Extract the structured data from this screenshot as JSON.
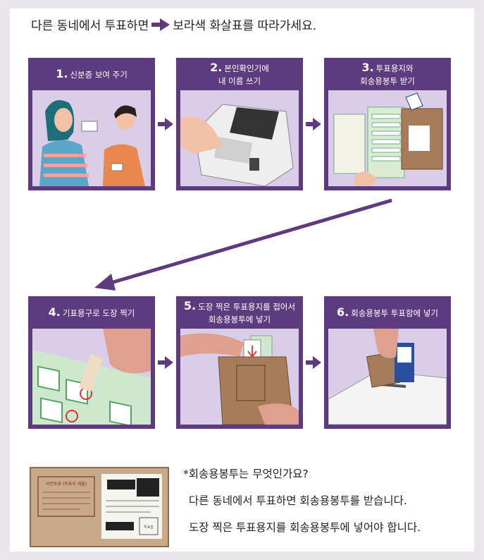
{
  "intro": {
    "before": "다른 동네에서 투표하면",
    "after": "보라색 화살표를 따라가세요."
  },
  "colors": {
    "accent": "#5e3a7e",
    "illustration_bg": "#d9cde7"
  },
  "steps": [
    {
      "num": "1.",
      "label": "신분증 보여 주기",
      "label2": ""
    },
    {
      "num": "2.",
      "label": "본인확인기에",
      "label2": "내 이름 쓰기"
    },
    {
      "num": "3.",
      "label": "투표용지와",
      "label2": "회송용봉투 받기"
    },
    {
      "num": "4.",
      "label": "기표용구로 도장 찍기",
      "label2": ""
    },
    {
      "num": "5.",
      "label": "도장 찍은 투표용지를 접어서",
      "label2": "회송용봉투에 넣기"
    },
    {
      "num": "6.",
      "label": "회송용봉투 투표함에 넣기",
      "label2": ""
    }
  ],
  "envelope": {
    "title": "사전투표 (투표지 제출)",
    "stamp": "투표함"
  },
  "note": {
    "q": "*회송용봉투는 무엇인가요?",
    "a1": "다른 동네에서 투표하면 회송용봉투를 받습니다.",
    "a2": "도장 찍은 투표용지를 회송용봉투에 넣어야 합니다."
  }
}
